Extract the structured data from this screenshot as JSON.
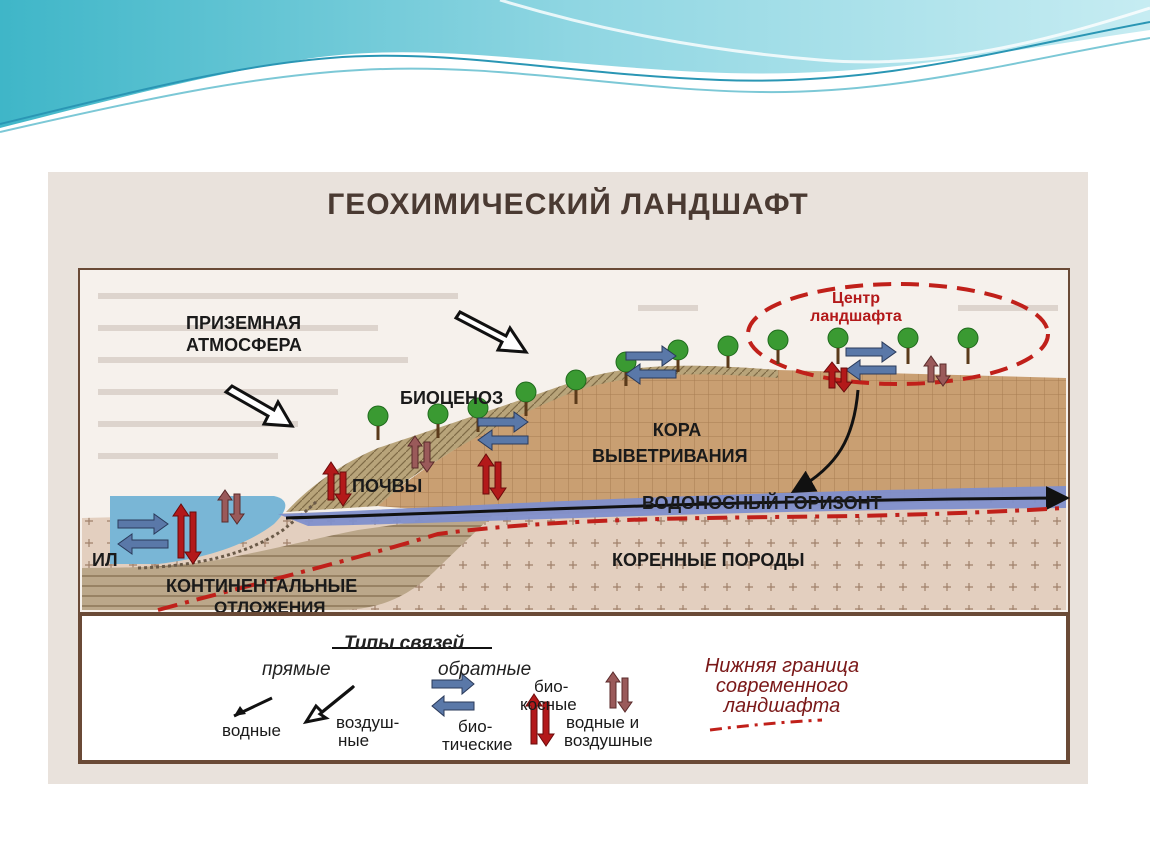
{
  "slide": {
    "title": "ГЕОХИМИЧЕСКИЙ ЛАНДШАФТ"
  },
  "diagram": {
    "labels": {
      "atmosphere": [
        "ПРИЗЕМНАЯ",
        "АТМОСФЕРА"
      ],
      "biocenosis": "БИОЦЕНОЗ",
      "center": [
        "Центр",
        "ландшафта"
      ],
      "crust": [
        "КОРА",
        "ВЫВЕТРИВАНИЯ"
      ],
      "soils": "ПОЧВЫ",
      "aquifer": "ВОДОНОСНЫЙ ГОРИЗОНТ",
      "silt": "ИЛ",
      "bedrock": "КОРЕННЫЕ ПОРОДЫ",
      "continental": [
        "КОНТИНЕНТАЛЬНЫЕ",
        "ОТЛОЖЕНИЯ"
      ]
    }
  },
  "legend": {
    "heading": "Типы связей",
    "direct": "прямые",
    "reverse": "обратные",
    "water": "водные",
    "air": [
      "воздуш-",
      "ные"
    ],
    "bio": [
      "био-",
      "тические"
    ],
    "bioinert": [
      "био-",
      "косные"
    ],
    "water_air": [
      "водные и",
      "воздушные"
    ],
    "boundary": [
      "Нижняя граница",
      "современного",
      "ландшафта"
    ]
  },
  "colors": {
    "frame": "#6a4a36",
    "title": "#4a3a32",
    "red_arrow": "#b3191a",
    "brown_arrow": "#9a5a5a",
    "blue_arrow": "#5a78a8",
    "boundary_line": "#c0201a"
  }
}
